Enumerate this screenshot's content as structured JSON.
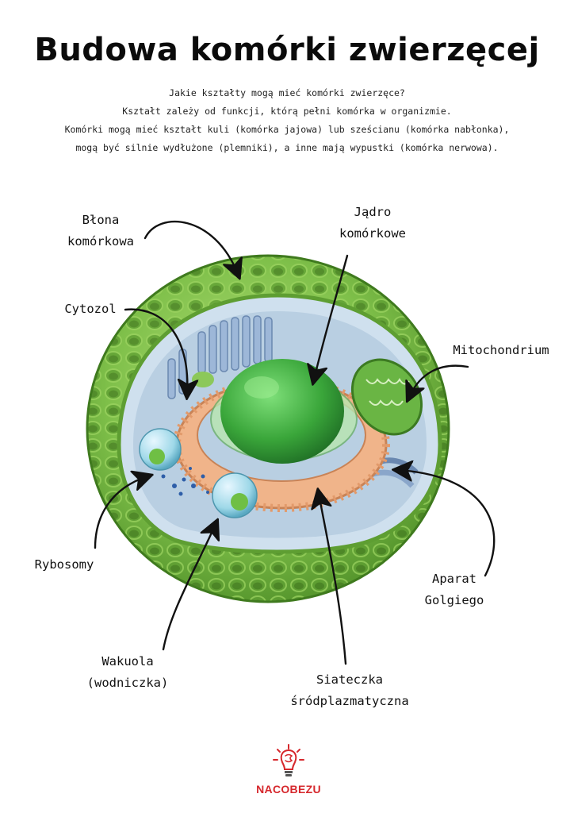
{
  "title": "Budowa komórki zwierzęcej",
  "intro": {
    "line1": "Jakie kształty mogą mieć komórki zwierzęce?",
    "line2": "Kształt zależy od funkcji, którą pełni komórka w organizmie.",
    "line3": "Komórki mogą mieć kształt kuli (komórka jajowa) lub sześcianu (komórka nabłonka),",
    "line4": "mogą być silnie wydłużone (plemniki), a inne mają wypustki (komórka nerwowa)."
  },
  "labels": {
    "blona": [
      "Błona",
      "komórkowa"
    ],
    "jadro": [
      "Jądro",
      "komórkowe"
    ],
    "cytozol": "Cytozol",
    "mitochondrium": "Mitochondrium",
    "rybosomy": "Rybosomy",
    "aparat": [
      "Aparat",
      "Golgiego"
    ],
    "wakuola": [
      "Wakuola",
      "(wodniczka)"
    ],
    "siateczka": [
      "Siateczka",
      "śródplazmatyczna"
    ]
  },
  "logo": {
    "name": "NACOBEZU"
  },
  "colors": {
    "membrane": "#7fc04a",
    "membrane_dark": "#4f8f28",
    "nucleus": "#3aa63a",
    "er": "#f0b48a",
    "golgi": "#9db7d8",
    "cytosol": "#cfe0ee",
    "brand": "#d6282d"
  }
}
